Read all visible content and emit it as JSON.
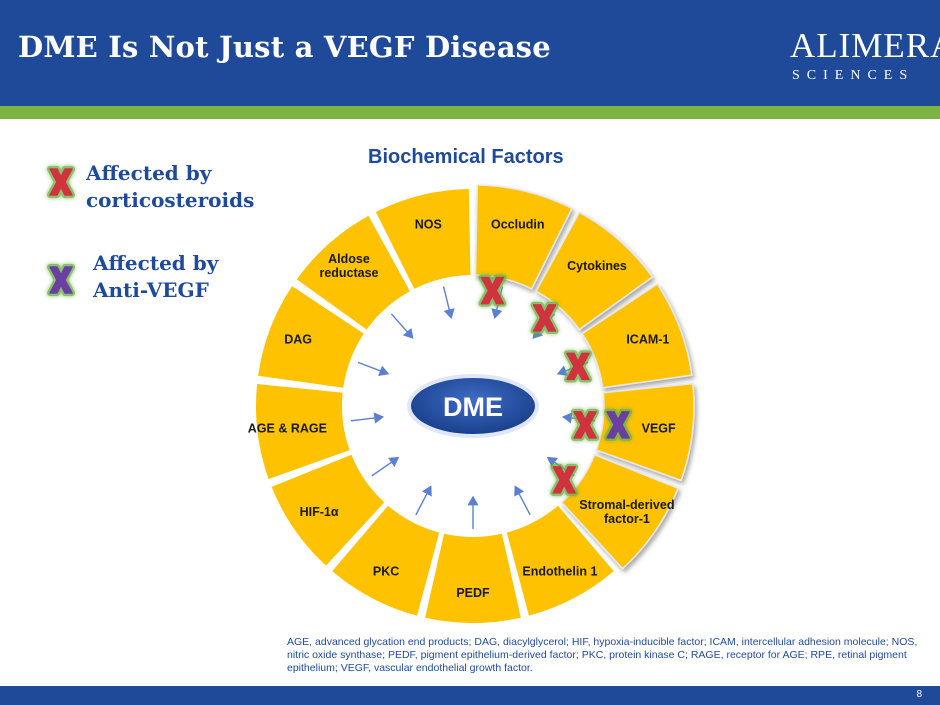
{
  "header": {
    "title": "DME Is Not Just a VEGF Disease",
    "logo_main": "ALIMERA",
    "logo_sub": "SCIENCES"
  },
  "legend": {
    "corticosteroids_line1": "Affected by",
    "corticosteroids_line2": "corticosteroids",
    "antivegf_line1": "Affected by",
    "antivegf_line2": "Anti-VEGF"
  },
  "diagram": {
    "title": "Biochemical Factors",
    "center_label": "DME",
    "segments": [
      {
        "label": "Occludin",
        "highlighted": true,
        "marks": [
          "corticosteroid"
        ]
      },
      {
        "label": "Cytokines",
        "highlighted": true,
        "marks": [
          "corticosteroid"
        ]
      },
      {
        "label": "ICAM-1",
        "highlighted": true,
        "marks": [
          "corticosteroid"
        ]
      },
      {
        "label": "VEGF",
        "highlighted": true,
        "marks": [
          "corticosteroid",
          "anti-vegf"
        ]
      },
      {
        "label": "Stromal-derived factor-1",
        "highlighted": true,
        "marks": [
          "corticosteroid"
        ]
      },
      {
        "label": "Endothelin 1",
        "highlighted": false,
        "marks": []
      },
      {
        "label": "PEDF",
        "highlighted": false,
        "marks": []
      },
      {
        "label": "PKC",
        "highlighted": false,
        "marks": []
      },
      {
        "label": "HIF-1α",
        "highlighted": false,
        "marks": []
      },
      {
        "label": "AGE & RAGE",
        "highlighted": false,
        "marks": []
      },
      {
        "label": "DAG",
        "highlighted": false,
        "marks": []
      },
      {
        "label": "Aldose reductase",
        "highlighted": false,
        "marks": []
      },
      {
        "label": "NOS",
        "highlighted": false,
        "marks": []
      }
    ]
  },
  "colors": {
    "header": "#1f4a9a",
    "green_bar": "#7cb342",
    "segment": "#fec200",
    "corticosteroid_x": "#d0323e",
    "antivegf_x": "#6a3fa0",
    "x_glow": "#6db04a",
    "center": "#1f4a9a",
    "arrow": "#5b7fd1"
  },
  "footnote": "AGE, advanced glycation end products; DAG, diacylglycerol; HIF, hypoxia-inducible factor; ICAM, intercellular adhesion molecule; NOS, nitric oxide synthase; PEDF, pigment epithelium-derived factor; PKC, protein kinase C; RAGE, receptor for AGE; RPE, retinal pigment epithelium; VEGF, vascular endothelial growth factor.",
  "page_number": "8"
}
